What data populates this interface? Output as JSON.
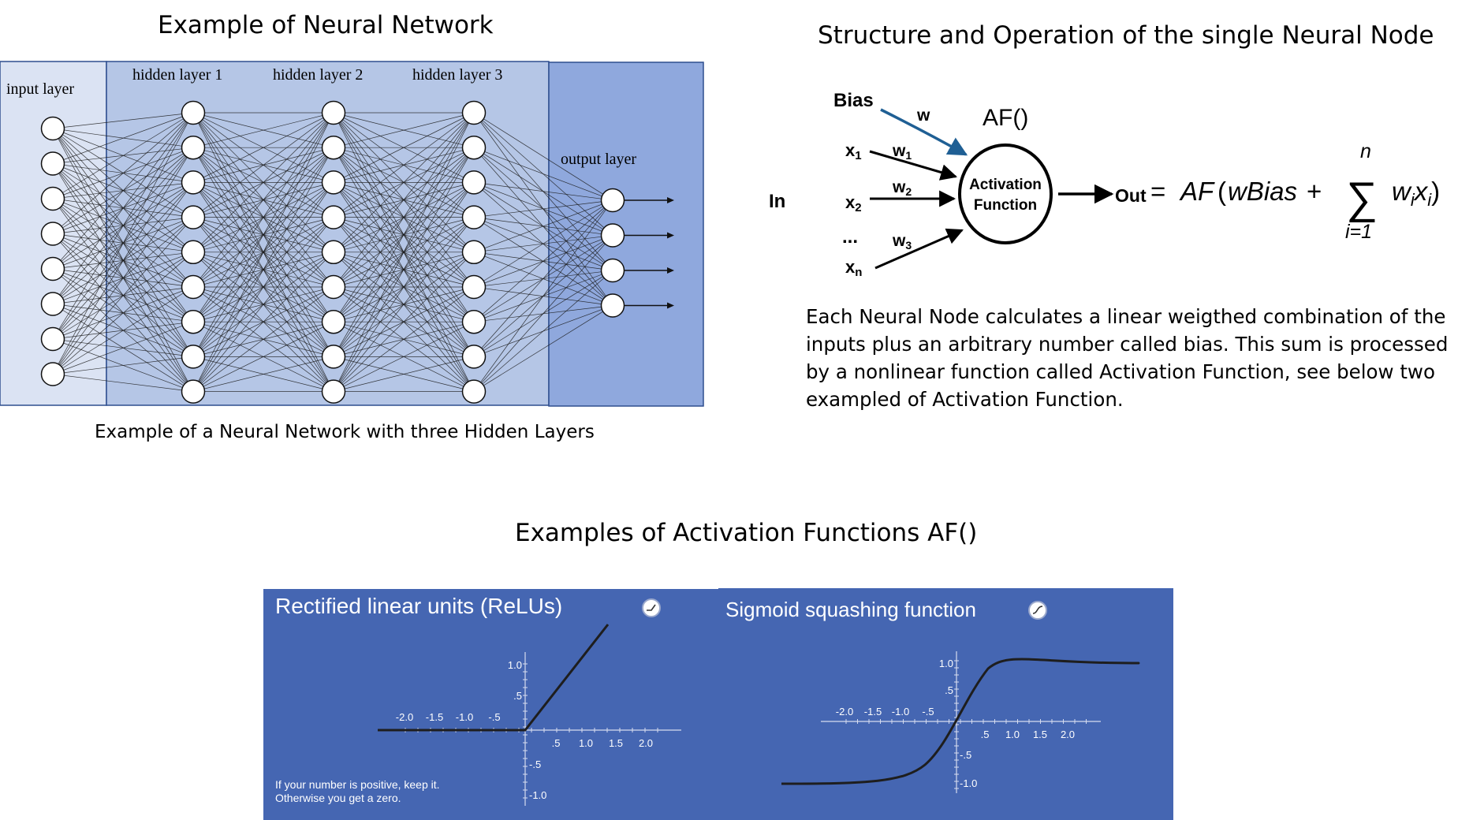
{
  "network": {
    "title": "Example of Neural Network",
    "caption": "Example of a Neural Network with three Hidden Layers",
    "layer_labels": {
      "input": "input layer",
      "hidden1": "hidden layer 1",
      "hidden2": "hidden layer 2",
      "hidden3": "hidden layer 3",
      "output": "output layer"
    },
    "neuron_counts": {
      "input": 8,
      "hidden": 9,
      "output": 4
    }
  },
  "node": {
    "title": "Structure and Operation of the single Neural Node",
    "bias": "Bias",
    "bias_weight": "w",
    "af_label": "AF()",
    "in_label": "In",
    "inputs": {
      "x1_base": "x",
      "x1_sub": "1",
      "x2_base": "x",
      "x2_sub": "2",
      "dots": "...",
      "xn_base": "x",
      "xn_sub": "n"
    },
    "weights": {
      "w1_base": "w",
      "w1_sub": "1",
      "w2_base": "w",
      "w2_sub": "2",
      "w3_base": "w",
      "w3_sub": "3"
    },
    "circle_line1": "Activation",
    "circle_line2": "Function",
    "out_label": "Out",
    "formula": {
      "eq": "=",
      "af": "AF",
      "open": "(",
      "wbias": "wBias",
      "plus": "+",
      "sigma": "∑",
      "sum_top": "n",
      "sum_bottom": "i=1",
      "term_w": "w",
      "term_i1": "i",
      "term_x": "x",
      "term_i2": "i",
      "close": ")"
    },
    "description_lines": [
      "Each Neural Node calculates a linear weigthed combination of the",
      "inputs plus an arbitrary number called bias. This sum is processed",
      "by a nonlinear function called Activation Function, see below two",
      "exampled of Activation Function."
    ]
  },
  "activation": {
    "title": "Examples of Activation Functions AF()",
    "panel_color": "#4566b2",
    "relu": {
      "title": "Rectified linear units (ReLUs)",
      "note_lines": [
        "If your number is positive, keep it.",
        "Otherwise you get a zero."
      ],
      "neg_ticks": [
        "-2.0",
        "-1.5",
        "-1.0",
        "-.5"
      ],
      "pos_ticks": [
        ".5",
        "1.0",
        "1.5",
        "2.0"
      ],
      "y_pos_ticks": [
        "1.0",
        ".5"
      ],
      "y_neg_ticks": [
        "-.5",
        "-1.0"
      ],
      "icon": "relu-curve-icon"
    },
    "sigmoid": {
      "title": "Sigmoid squashing function",
      "neg_ticks": [
        "-2.0",
        "-1.5",
        "-1.0",
        "-.5"
      ],
      "pos_ticks": [
        ".5",
        "1.0",
        "1.5",
        "2.0"
      ],
      "y_pos_ticks": [
        "1.0",
        ".5"
      ],
      "y_neg_ticks": [
        "-.5",
        "-1.0"
      ],
      "icon": "sigmoid-curve-icon"
    }
  }
}
